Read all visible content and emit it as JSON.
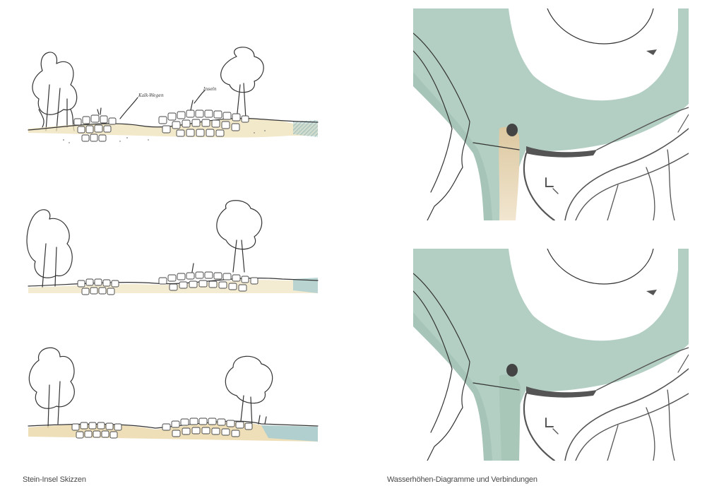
{
  "captions": {
    "left": "Stein-Insel Skizzen",
    "right": "Wasserhöhen-Diagramme und Verbindungen"
  },
  "sketch_annotations": [
    "Kalk-Wegen",
    "Inseln"
  ],
  "colors": {
    "water": "#b3cfc3",
    "water_dark": "#95b6a9",
    "sand": "#e8d3a4",
    "road": "#555555",
    "stone_outline": "#444444",
    "paper": "#ffffff"
  },
  "icons": [
    "tree-sketch",
    "stone-island",
    "water-wedge",
    "river-map"
  ]
}
